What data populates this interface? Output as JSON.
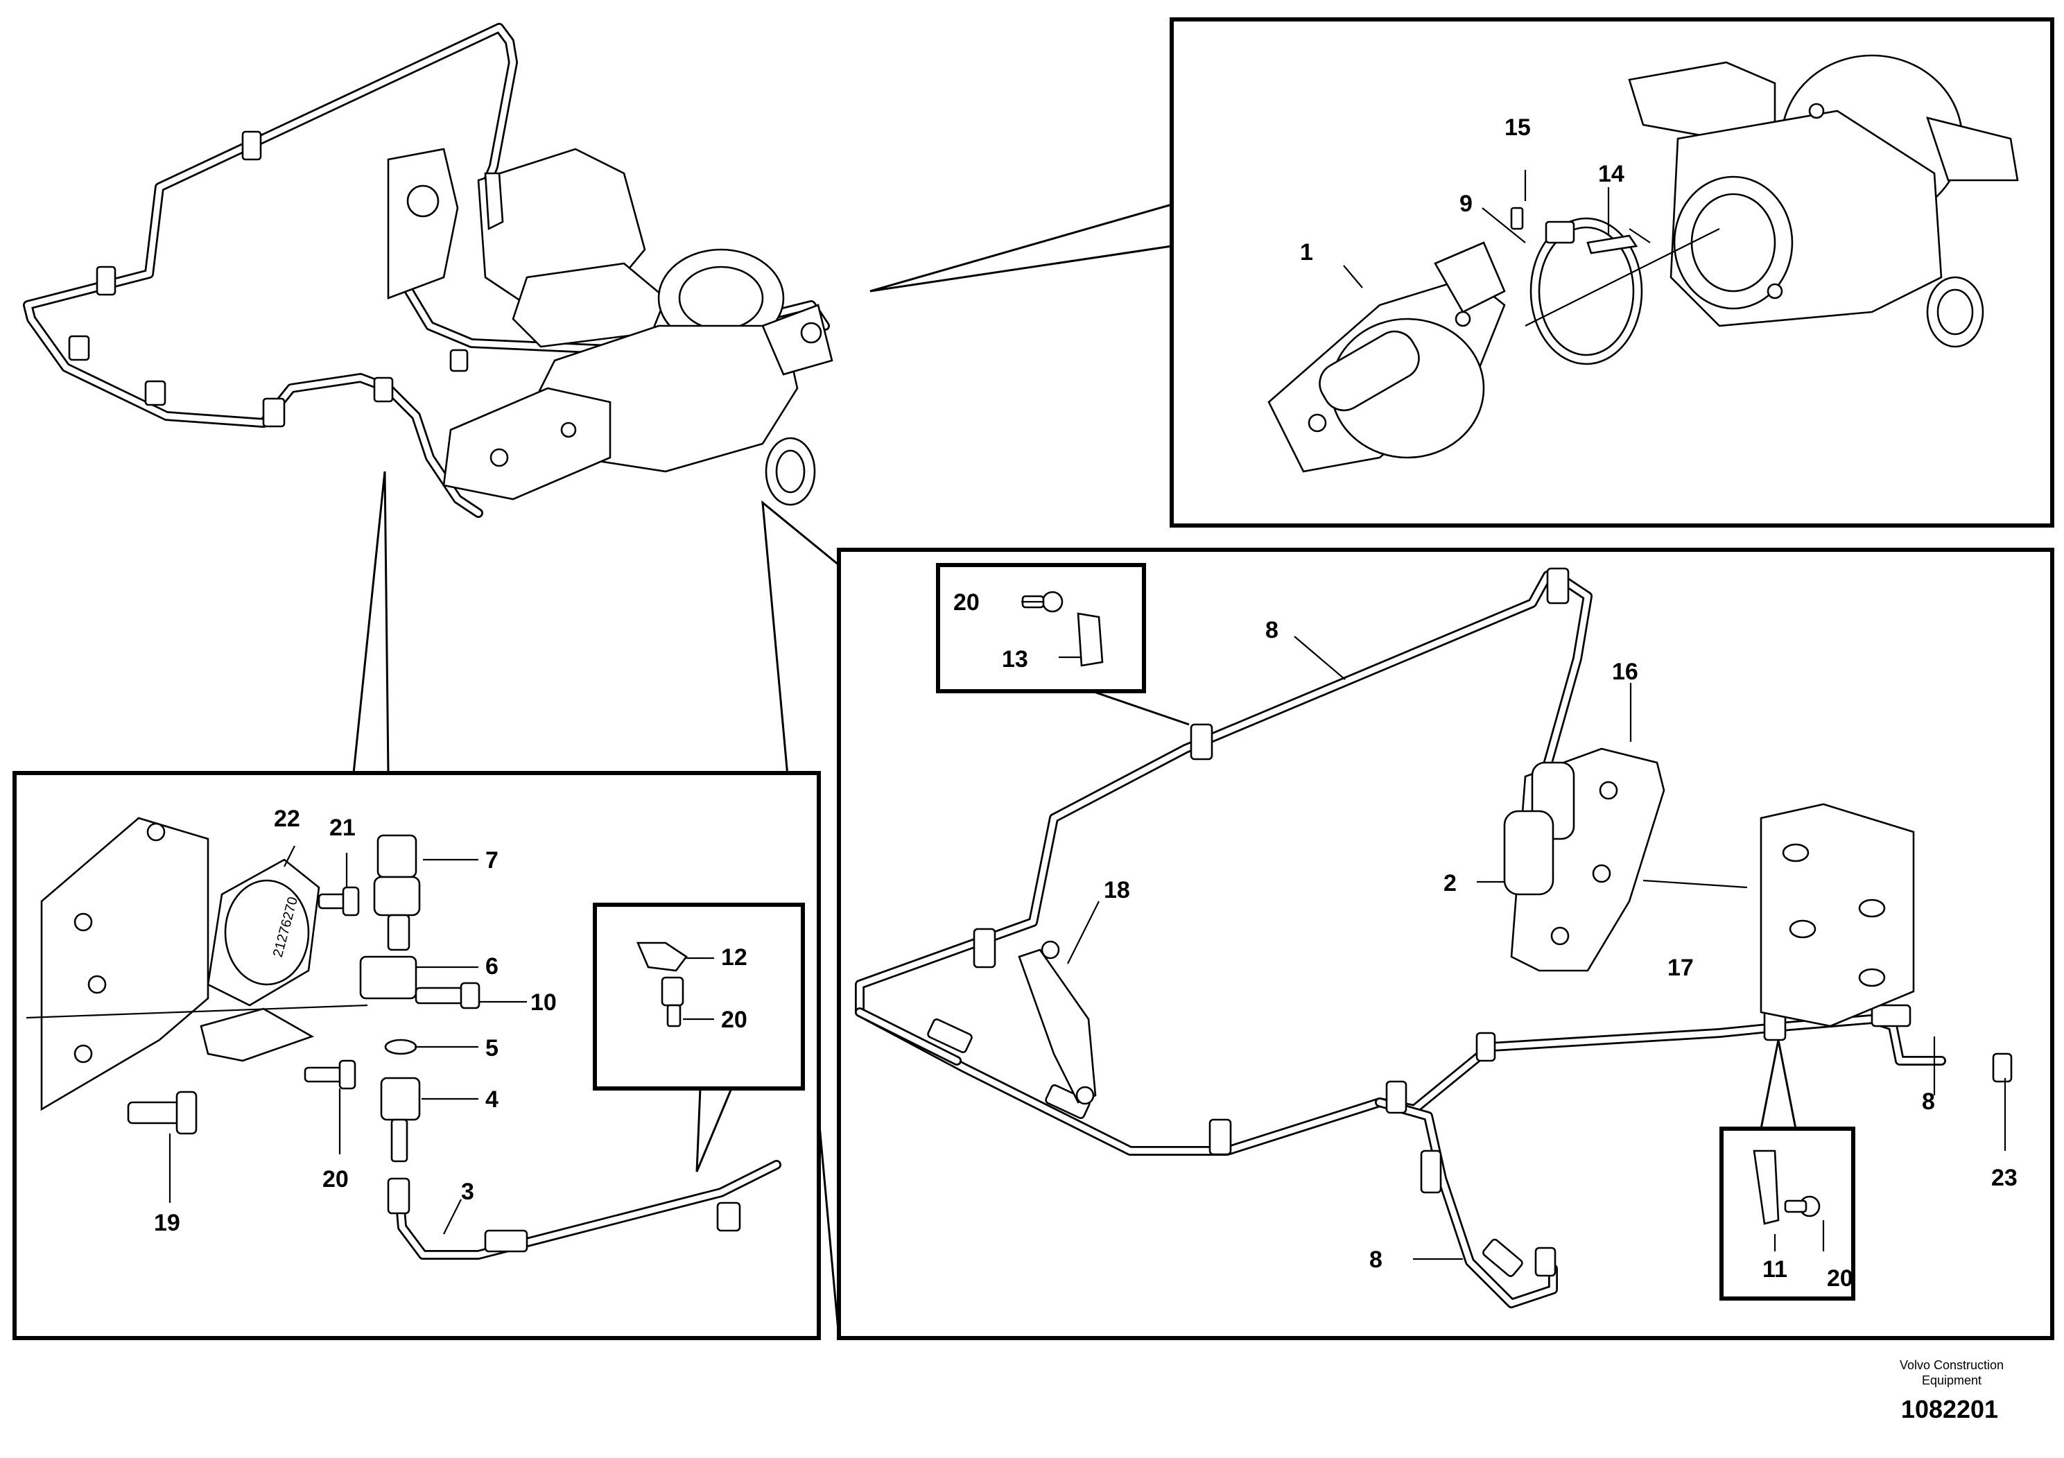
{
  "diagram": {
    "callouts": {
      "c1": "1",
      "c2": "2",
      "c3": "3",
      "c4": "4",
      "c5": "5",
      "c6": "6",
      "c7": "7",
      "c8a": "8",
      "c8b": "8",
      "c8c": "8",
      "c9": "9",
      "c10": "10",
      "c11": "11",
      "c12": "12",
      "c13": "13",
      "c14": "14",
      "c15": "15",
      "c16": "16",
      "c17": "17",
      "c18": "18",
      "c19": "19",
      "c20a": "20",
      "c20b": "20",
      "c20c": "20",
      "c20d": "20",
      "c21": "21",
      "c22": "22",
      "c23": "23"
    },
    "part_marking": "21276270",
    "credit": {
      "line1": "Volvo Construction",
      "line2": "Equipment",
      "number": "1082201"
    }
  }
}
